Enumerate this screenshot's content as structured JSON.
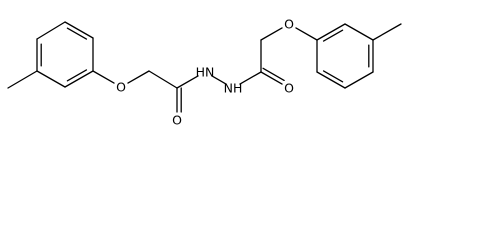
{
  "molecule": {
    "atoms": [
      {
        "id": "me_l",
        "element": "C",
        "label": ""
      },
      {
        "id": "a1",
        "element": "C",
        "label": ""
      },
      {
        "id": "a2",
        "element": "C",
        "label": ""
      },
      {
        "id": "a3",
        "element": "C",
        "label": ""
      },
      {
        "id": "a4",
        "element": "C",
        "label": ""
      },
      {
        "id": "a5",
        "element": "C",
        "label": ""
      },
      {
        "id": "a6",
        "element": "C",
        "label": ""
      },
      {
        "id": "o1",
        "element": "O",
        "label": "O"
      },
      {
        "id": "ch2_l",
        "element": "C",
        "label": ""
      },
      {
        "id": "co_l",
        "element": "C",
        "label": ""
      },
      {
        "id": "oc_l",
        "element": "O",
        "label": "O"
      },
      {
        "id": "n1",
        "element": "N",
        "label": "HN"
      },
      {
        "id": "n2",
        "element": "N",
        "label": "NH"
      },
      {
        "id": "co_r",
        "element": "C",
        "label": ""
      },
      {
        "id": "oc_r",
        "element": "O",
        "label": "O"
      },
      {
        "id": "ch2_r",
        "element": "C",
        "label": ""
      },
      {
        "id": "o2",
        "element": "O",
        "label": "O"
      },
      {
        "id": "b1",
        "element": "C",
        "label": ""
      },
      {
        "id": "b2",
        "element": "C",
        "label": ""
      },
      {
        "id": "b3",
        "element": "C",
        "label": ""
      },
      {
        "id": "b4",
        "element": "C",
        "label": ""
      },
      {
        "id": "b5",
        "element": "C",
        "label": ""
      },
      {
        "id": "b6",
        "element": "C",
        "label": ""
      },
      {
        "id": "me_r",
        "element": "C",
        "label": ""
      }
    ],
    "bonds": [
      {
        "from": "me_l",
        "to": "a1",
        "order": 1
      },
      {
        "from": "a1",
        "to": "a2",
        "order": 2
      },
      {
        "from": "a2",
        "to": "a3",
        "order": 1
      },
      {
        "from": "a3",
        "to": "a4",
        "order": 2
      },
      {
        "from": "a4",
        "to": "a5",
        "order": 1
      },
      {
        "from": "a5",
        "to": "a6",
        "order": 2
      },
      {
        "from": "a6",
        "to": "a1",
        "order": 1
      },
      {
        "from": "a5",
        "to": "o1",
        "order": 1
      },
      {
        "from": "o1",
        "to": "ch2_l",
        "order": 1
      },
      {
        "from": "ch2_l",
        "to": "co_l",
        "order": 1
      },
      {
        "from": "co_l",
        "to": "oc_l",
        "order": 2
      },
      {
        "from": "co_l",
        "to": "n1",
        "order": 1
      },
      {
        "from": "n1",
        "to": "n2",
        "order": 1
      },
      {
        "from": "n2",
        "to": "co_r",
        "order": 1
      },
      {
        "from": "co_r",
        "to": "oc_r",
        "order": 2
      },
      {
        "from": "co_r",
        "to": "ch2_r",
        "order": 1
      },
      {
        "from": "ch2_r",
        "to": "o2",
        "order": 1
      },
      {
        "from": "o2",
        "to": "b1",
        "order": 1
      },
      {
        "from": "b1",
        "to": "b2",
        "order": 2
      },
      {
        "from": "b2",
        "to": "b3",
        "order": 1
      },
      {
        "from": "b3",
        "to": "b4",
        "order": 2
      },
      {
        "from": "b4",
        "to": "b5",
        "order": 1
      },
      {
        "from": "b5",
        "to": "b6",
        "order": 2
      },
      {
        "from": "b6",
        "to": "b1",
        "order": 1
      },
      {
        "from": "b3",
        "to": "me_r",
        "order": 1
      }
    ]
  }
}
